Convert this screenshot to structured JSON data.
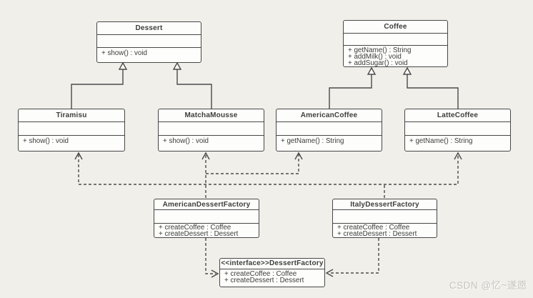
{
  "diagram_title": "Abstract factory UML class diagram",
  "colors": {
    "background": "#f1efe9",
    "box_fill": "#fdfdfb",
    "line": "#4a4a4a",
    "text": "#3d3d3d",
    "watermark": "#c7c3bd"
  },
  "classes": {
    "dessert": {
      "name": "Dessert",
      "methods": [
        "+ show() : void"
      ]
    },
    "coffee": {
      "name": "Coffee",
      "methods": [
        "+ getName() : String",
        "+ addMilk() : void",
        "+ addSugar() : void"
      ]
    },
    "tiramisu": {
      "name": "Tiramisu",
      "methods": [
        "+ show() : void"
      ]
    },
    "matchaMousse": {
      "name": "MatchaMousse",
      "methods": [
        "+ show() : void"
      ]
    },
    "americanCoffee": {
      "name": "AmericanCoffee",
      "methods": [
        "+ getName() : String"
      ]
    },
    "latteCoffee": {
      "name": "LatteCoffee",
      "methods": [
        "+ getName() : String"
      ]
    },
    "americanDessertFactory": {
      "name": "AmericanDessertFactory",
      "methods": [
        "+ createCoffee : Coffee",
        "+ createDessert : Dessert"
      ]
    },
    "italyDessertFactory": {
      "name": "ItalyDessertFactory",
      "methods": [
        "+ createCoffee : Coffee",
        "+ createDessert : Dessert"
      ]
    },
    "dessertFactoryInterface": {
      "name": "<<interface>>DessertFactory",
      "methods": [
        "+ createCoffee : Coffee",
        "+ createDessert : Dessert"
      ]
    }
  },
  "relations": [
    {
      "from": "Tiramisu",
      "to": "Dessert",
      "type": "inheritance"
    },
    {
      "from": "MatchaMousse",
      "to": "Dessert",
      "type": "inheritance"
    },
    {
      "from": "AmericanCoffee",
      "to": "Coffee",
      "type": "inheritance"
    },
    {
      "from": "LatteCoffee",
      "to": "Coffee",
      "type": "inheritance"
    },
    {
      "from": "AmericanDessertFactory",
      "to": "MatchaMousse",
      "type": "dependency"
    },
    {
      "from": "AmericanDessertFactory",
      "to": "AmericanCoffee",
      "type": "dependency"
    },
    {
      "from": "ItalyDessertFactory",
      "to": "Tiramisu",
      "type": "dependency"
    },
    {
      "from": "ItalyDessertFactory",
      "to": "LatteCoffee",
      "type": "dependency"
    },
    {
      "from": "AmericanDessertFactory",
      "to": "DessertFactory",
      "type": "realization"
    },
    {
      "from": "ItalyDessertFactory",
      "to": "DessertFactory",
      "type": "realization"
    }
  ],
  "watermark": {
    "text": "CSDN @忆~遂愿"
  }
}
